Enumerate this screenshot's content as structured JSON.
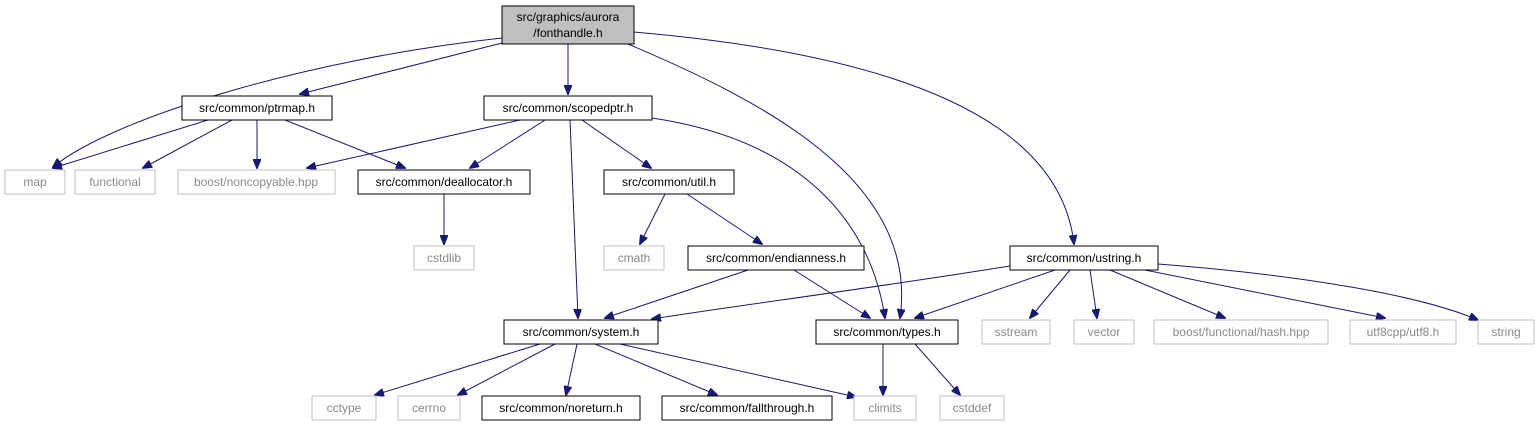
{
  "colors": {
    "edge": "#191970",
    "root_fill": "#bfbfbf",
    "documented_border": "#000000",
    "system_border": "#bfbfbf",
    "system_text": "#8a8a8a"
  },
  "nodes": {
    "root": [
      "src/graphics/aurora",
      "/fonthandle.h"
    ],
    "ptrmap": [
      "src/common/ptrmap.h"
    ],
    "scopedptr": [
      "src/common/scopedptr.h"
    ],
    "map": [
      "map"
    ],
    "functional": [
      "functional"
    ],
    "noncopyable": [
      "boost/noncopyable.hpp"
    ],
    "deallocator": [
      "src/common/deallocator.h"
    ],
    "util": [
      "src/common/util.h"
    ],
    "cstdlib": [
      "cstdlib"
    ],
    "cmath": [
      "cmath"
    ],
    "endianness": [
      "src/common/endianness.h"
    ],
    "ustring": [
      "src/common/ustring.h"
    ],
    "system": [
      "src/common/system.h"
    ],
    "types": [
      "src/common/types.h"
    ],
    "sstream": [
      "sstream"
    ],
    "vector": [
      "vector"
    ],
    "hash": [
      "boost/functional/hash.hpp"
    ],
    "utf8": [
      "utf8cpp/utf8.h"
    ],
    "string": [
      "string"
    ],
    "cctype": [
      "cctype"
    ],
    "cerrno": [
      "cerrno"
    ],
    "noreturn": [
      "src/common/noreturn.h"
    ],
    "fallthrough": [
      "src/common/fallthrough.h"
    ],
    "climits": [
      "climits"
    ],
    "cstddef": [
      "cstddef"
    ]
  }
}
